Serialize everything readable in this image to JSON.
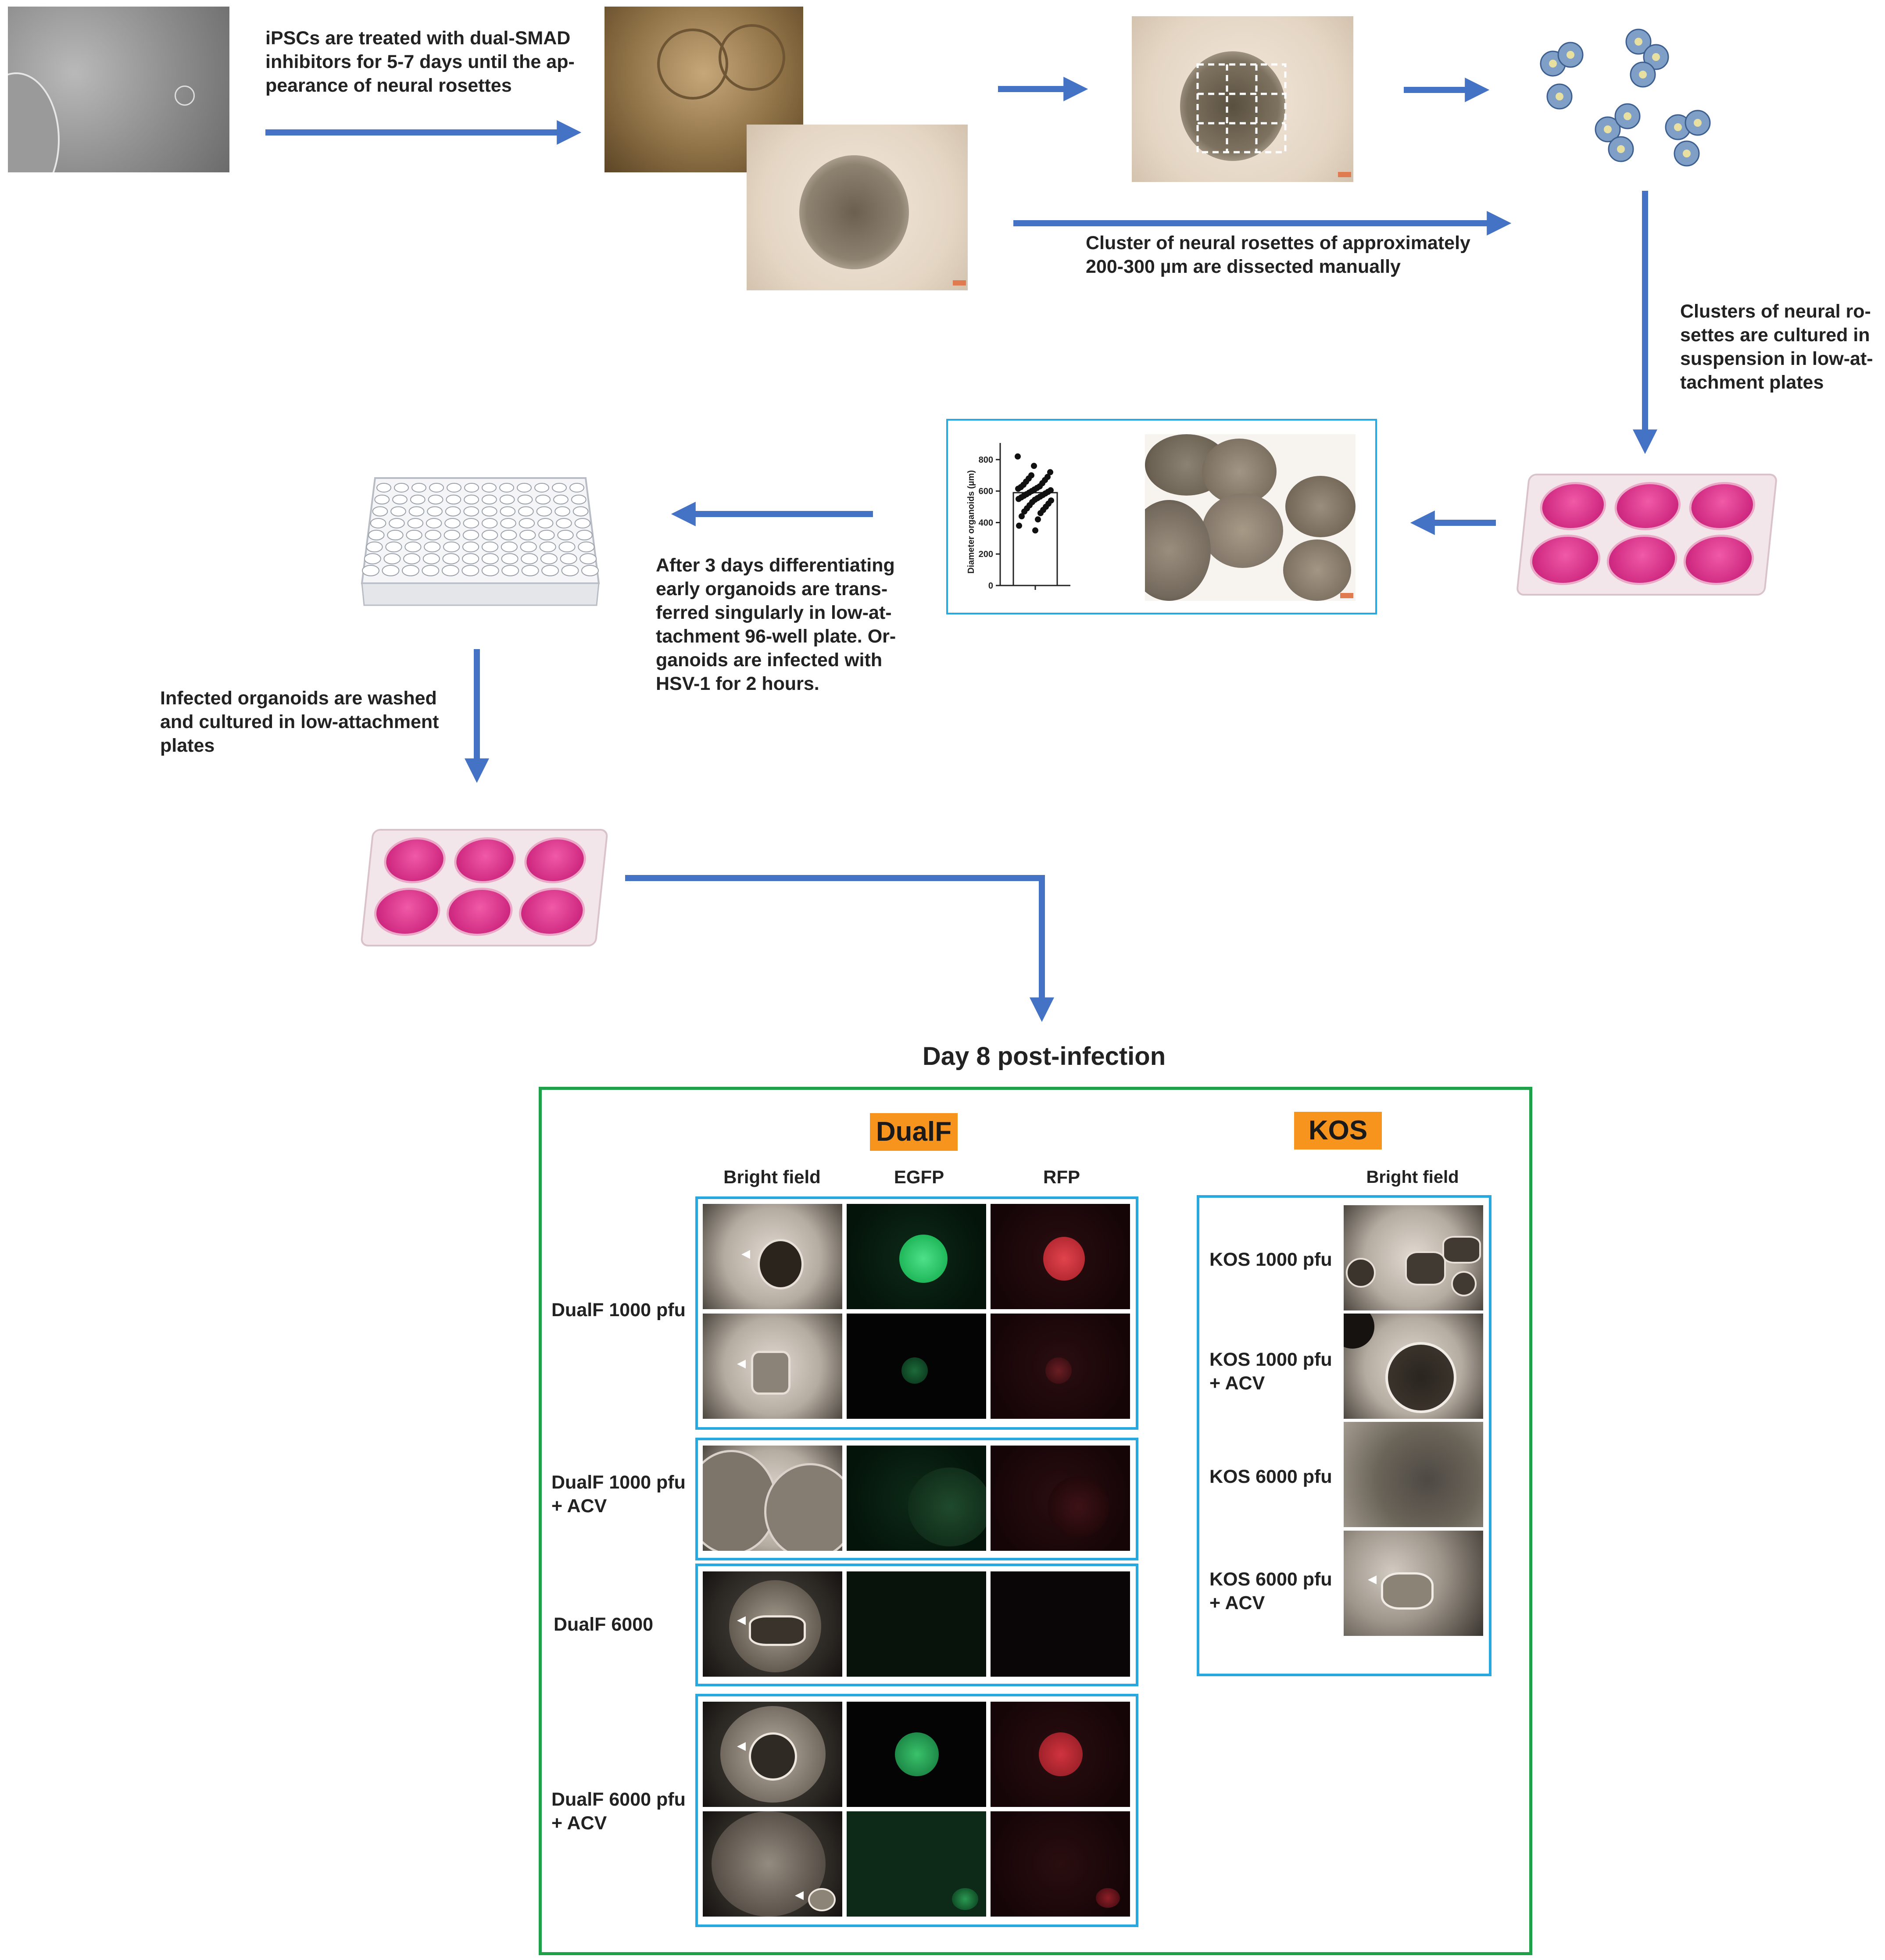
{
  "steps": {
    "s1": "iPSCs are treated with dual-SMAD\ninhibitors for 5-7 days until the ap-\npearance of neural rosettes",
    "s2": "Cluster of neural rosettes of approximately\n200-300 µm are dissected manually",
    "s3": "Clusters of neural ro-\nsettes are cultured in\nsuspension in low-at-\ntachment plates",
    "s4": "After 3 days differentiating\nearly organoids are trans-\nferred singularly in low-at-\ntachment 96-well plate. Or-\nganoids are infected with\nHSV-1 for 2 hours.",
    "s5": "Infected organoids are washed\nand cultured in low-attachment\nplates"
  },
  "chart_data": {
    "type": "scatter",
    "ylabel": "Diameter organoids (µm)",
    "yticks": [
      0,
      200,
      400,
      600,
      800
    ],
    "ylim": [
      0,
      850
    ],
    "bar_mean": 590,
    "points": [
      820,
      760,
      720,
      700,
      690,
      680,
      670,
      660,
      650,
      640,
      630,
      625,
      620,
      615,
      610,
      605,
      600,
      595,
      590,
      585,
      580,
      575,
      570,
      565,
      560,
      555,
      550,
      545,
      540,
      530,
      520,
      510,
      500,
      490,
      480,
      470,
      460,
      440,
      420,
      380,
      350
    ]
  },
  "results": {
    "title": "Day 8 post-infection",
    "dualf": {
      "badge": "DualF",
      "col_headers": [
        "Bright field",
        "EGFP",
        "RFP"
      ],
      "rows": [
        "DualF 1000 pfu",
        "DualF 1000 pfu\n+ ACV",
        "DualF 6000",
        "DualF 6000 pfu\n+ ACV"
      ]
    },
    "kos": {
      "badge": "KOS",
      "col_header": "Bright field",
      "rows": [
        "KOS 1000 pfu",
        "KOS 1000 pfu\n+ ACV",
        "KOS 6000 pfu",
        "KOS 6000 pfu\n+ ACV"
      ]
    }
  },
  "colors": {
    "arrow": "#4472c4",
    "blue_box": "#29a8e0",
    "green_box": "#1fa149",
    "badge": "#f7941d",
    "well": "#d02a82"
  }
}
